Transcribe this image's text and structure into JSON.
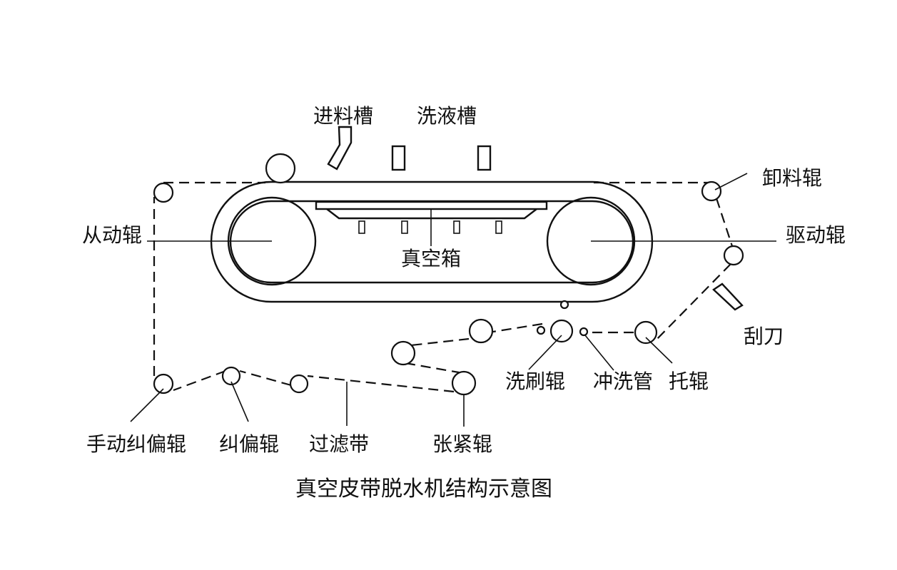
{
  "labels": {
    "feed_trough": "进料槽",
    "wash_trough": "洗液槽",
    "discharge_roller": "卸料辊",
    "driven_roller": "从动辊",
    "drive_roller": "驱动辊",
    "vacuum_box": "真空箱",
    "scraper": "刮刀",
    "brush_roller": "洗刷辊",
    "flush_pipe": "冲洗管",
    "support_roller": "托辊",
    "manual_correction_roller": "手动纠偏辊",
    "correction_roller": "纠偏辊",
    "filter_belt": "过滤带",
    "tension_roller": "张紧辊"
  },
  "caption": "真空皮带脱水机结构示意图",
  "colors": {
    "ink": "#111111",
    "background": "#ffffff"
  }
}
